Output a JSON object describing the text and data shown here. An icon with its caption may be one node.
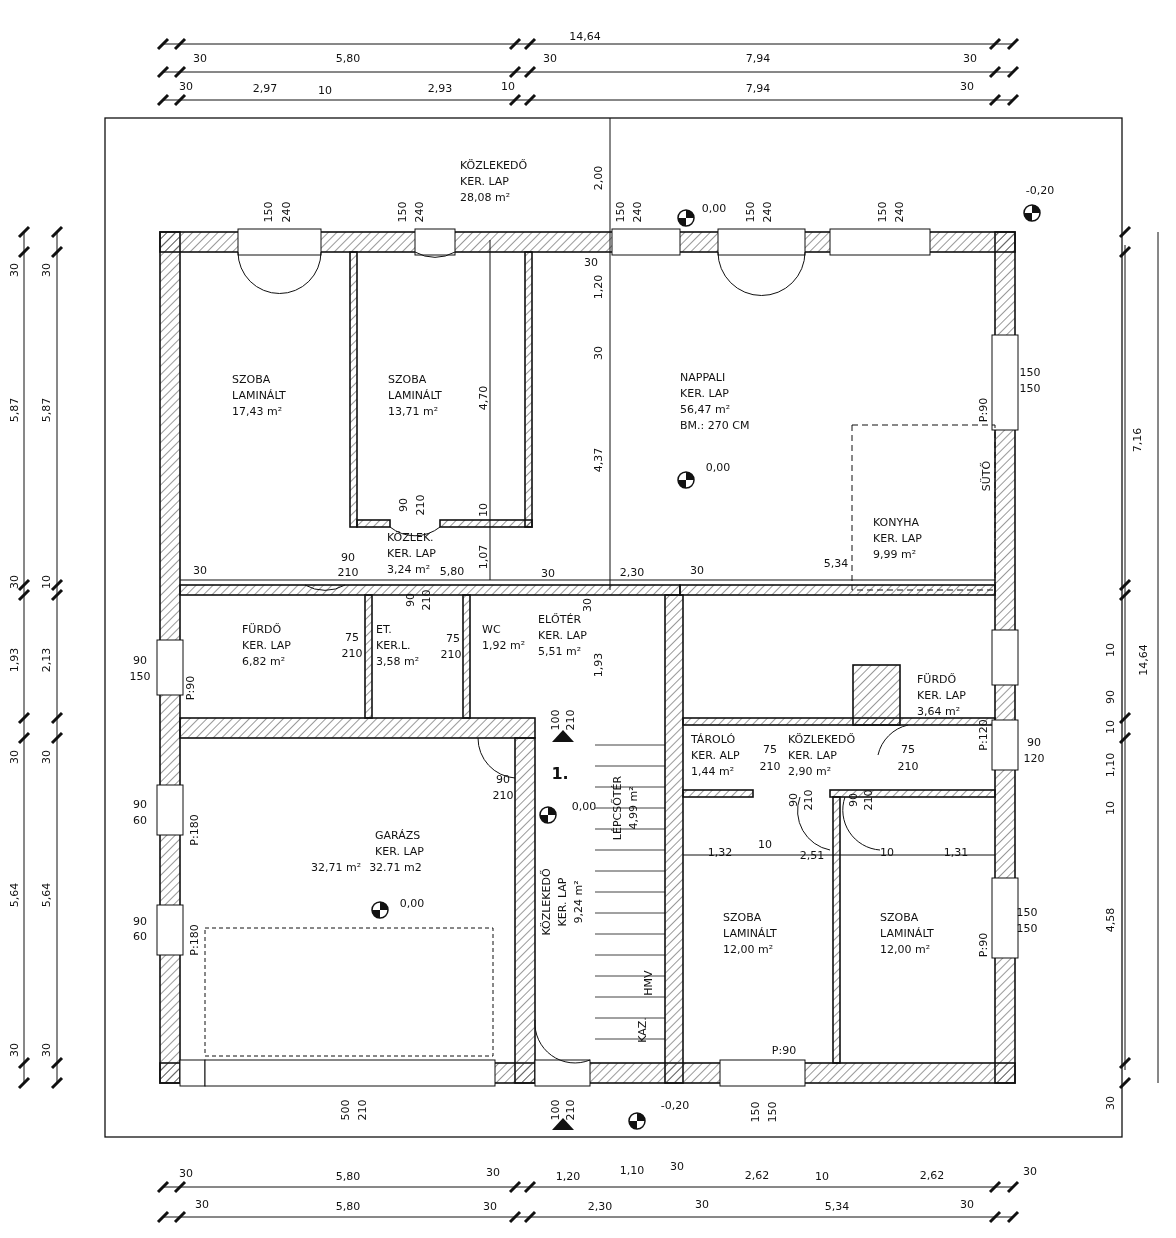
{
  "diagram": {
    "nodes": [
      {
        "text": [
          "KÖZLEKEDŐ",
          "KER. LAP",
          "28,08 m²"
        ]
      },
      {
        "text": [
          "SZOBA",
          "LAMINÁLT",
          "17,43 m²"
        ]
      },
      {
        "text": [
          "SZOBA",
          "LAMINÁLT",
          "13,71 m²"
        ]
      },
      {
        "text": [
          "NAPPALI",
          "KER. LAP",
          "56,47 m²",
          "BM.: 270 CM"
        ]
      },
      {
        "text": [
          "KONYHA",
          "KER. LAP",
          "9,99 m²"
        ]
      },
      {
        "text": [
          "KÖZLEK.",
          "KER. LAP",
          "3,24 m²"
        ]
      },
      {
        "text": [
          "FÜRDŐ",
          "KER. LAP",
          "6,82 m²"
        ]
      },
      {
        "text": [
          "ET.",
          "KER.L.",
          "3,58 m²"
        ]
      },
      {
        "text": [
          "WC",
          "1,92 m²"
        ]
      },
      {
        "text": [
          "ELŐTÉR",
          "KER. LAP",
          "5,51 m²"
        ]
      },
      {
        "text": [
          "FÜRDŐ",
          "KER. LAP",
          "3,64 m²"
        ]
      },
      {
        "text": [
          "TÁROLÓ",
          "KER. ALP",
          "1,44 m²"
        ]
      },
      {
        "text": [
          "KÖZLEKEDŐ",
          "KER. LAP",
          "2,90 m²"
        ]
      },
      {
        "text": [
          "GARÁZS",
          "KER. LAP",
          "32,71 m²",
          "32.71 m2"
        ]
      },
      {
        "text": [
          "LÉPCSŐTÉR",
          "4,99 m²"
        ]
      },
      {
        "text": [
          "KÖZLEKEDŐ",
          "KER. LAP",
          "9,24 m²"
        ]
      },
      {
        "text": [
          "SZOBA",
          "LAMINÁLT",
          "12,00 m²"
        ]
      },
      {
        "text": [
          "SZOBA",
          "LAMINÁLT",
          "12,00 m²"
        ]
      }
    ],
    "labels": [
      "14,64",
      "30",
      "5,80",
      "30",
      "7,94",
      "30",
      "30",
      "2,97",
      "10",
      "2,93",
      "10",
      "7,94",
      "30",
      "2,00",
      "150",
      "240",
      "150",
      "240",
      "150",
      "240",
      "150",
      "240",
      "150",
      "240",
      "0,00",
      "-0,20",
      "30",
      "1,20",
      "30",
      "150",
      "150",
      "4,70",
      "P:90",
      "4,37",
      "SÜTŐ",
      "0,00",
      "90",
      "210",
      "10",
      "30",
      "90",
      "210",
      "5,80",
      "1,07",
      "30",
      "2,30",
      "30",
      "5,34",
      "90",
      "210",
      "30",
      "75",
      "210",
      "75",
      "210",
      "90",
      "150",
      "1,93",
      "P:90",
      "P:120",
      "100",
      "210",
      "90",
      "120",
      "75",
      "210",
      "75",
      "210",
      "90",
      "60",
      "90",
      "210",
      "1.",
      "0,00",
      "90",
      "210",
      "90",
      "210",
      "P:180",
      "1,32",
      "10",
      "2,51",
      "10",
      "1,31",
      "0,00",
      "150",
      "150",
      "90",
      "60",
      "P:180",
      "P:90",
      "HMV",
      "KAZ.",
      "P:90",
      "500",
      "210",
      "100",
      "210",
      "-0,20",
      "150",
      "150",
      "30",
      "30",
      "5,87",
      "5,87",
      "30",
      "10",
      "1,93",
      "2,13",
      "30",
      "30",
      "5,64",
      "5,64",
      "30",
      "30",
      "7,16",
      "10",
      "14,64",
      "90",
      "10",
      "1,10",
      "10",
      "4,58",
      "30",
      "30",
      "5,80",
      "30",
      "1,20",
      "1,10",
      "30",
      "2,62",
      "10",
      "2,62",
      "30",
      "30",
      "5,80",
      "30",
      "2,30",
      "30",
      "5,34",
      "30"
    ]
  }
}
